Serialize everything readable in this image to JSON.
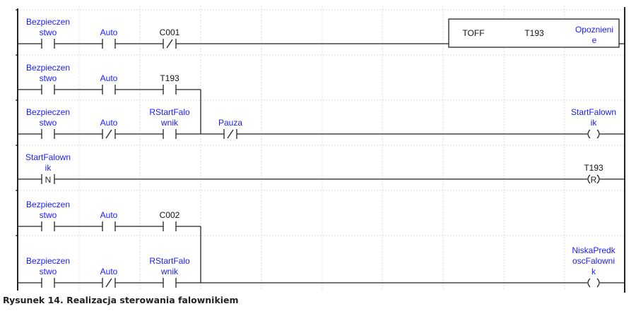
{
  "colors": {
    "variable": "#1a1aff",
    "address": "#111111",
    "wire": "#222222",
    "grid": "#d8dce4"
  },
  "rungs": [
    {
      "elements": [
        {
          "type": "NO",
          "label": [
            "Bezpieczen",
            "stwo"
          ],
          "kind": "variable"
        },
        {
          "type": "NO",
          "label": [
            "Auto"
          ],
          "kind": "variable"
        },
        {
          "type": "NC",
          "label": [
            "C001"
          ],
          "kind": "address"
        }
      ],
      "box": {
        "instruction": "TOFF",
        "timer": "T193",
        "preset": [
          "Opoznieni",
          "e"
        ]
      }
    },
    {
      "elements": [
        {
          "type": "NO",
          "label": [
            "Bezpieczen",
            "stwo"
          ],
          "kind": "variable"
        },
        {
          "type": "NO",
          "label": [
            "Auto"
          ],
          "kind": "variable"
        },
        {
          "type": "NO",
          "label": [
            "T193"
          ],
          "kind": "address"
        }
      ],
      "branch_down": true
    },
    {
      "elements": [
        {
          "type": "NO",
          "label": [
            "Bezpieczen",
            "stwo"
          ],
          "kind": "variable"
        },
        {
          "type": "NC",
          "label": [
            "Auto"
          ],
          "kind": "variable"
        },
        {
          "type": "NO",
          "label": [
            "RStartFalo",
            "wnik"
          ],
          "kind": "variable"
        },
        {
          "type": "NC",
          "label": [
            "Pauza"
          ],
          "kind": "variable"
        }
      ],
      "coil": {
        "type": "coil",
        "symbol": "",
        "label": [
          "StartFalown",
          "ik"
        ],
        "kind": "variable"
      }
    },
    {
      "elements": [
        {
          "type": "N",
          "symbol": "N",
          "label": [
            "StartFalown",
            "ik"
          ],
          "kind": "variable"
        }
      ],
      "coil": {
        "type": "reset",
        "symbol": "R",
        "label": [
          "T193"
        ],
        "kind": "address"
      }
    },
    {
      "elements": [
        {
          "type": "NO",
          "label": [
            "Bezpieczen",
            "stwo"
          ],
          "kind": "variable"
        },
        {
          "type": "NO",
          "label": [
            "Auto"
          ],
          "kind": "variable"
        },
        {
          "type": "NO",
          "label": [
            "C002"
          ],
          "kind": "address"
        }
      ],
      "branch_down": true
    },
    {
      "elements": [
        {
          "type": "NO",
          "label": [
            "Bezpieczen",
            "stwo"
          ],
          "kind": "variable"
        },
        {
          "type": "NC",
          "label": [
            "Auto"
          ],
          "kind": "variable"
        },
        {
          "type": "NO",
          "label": [
            "RStartFalo",
            "wnik"
          ],
          "kind": "variable"
        }
      ],
      "coil": {
        "type": "coil",
        "symbol": "",
        "label": [
          "NiskaPredk",
          "oscFalowni",
          "k"
        ],
        "kind": "variable"
      }
    }
  ],
  "caption": "Rysunek 14. Realizacja sterowania falownikiem"
}
